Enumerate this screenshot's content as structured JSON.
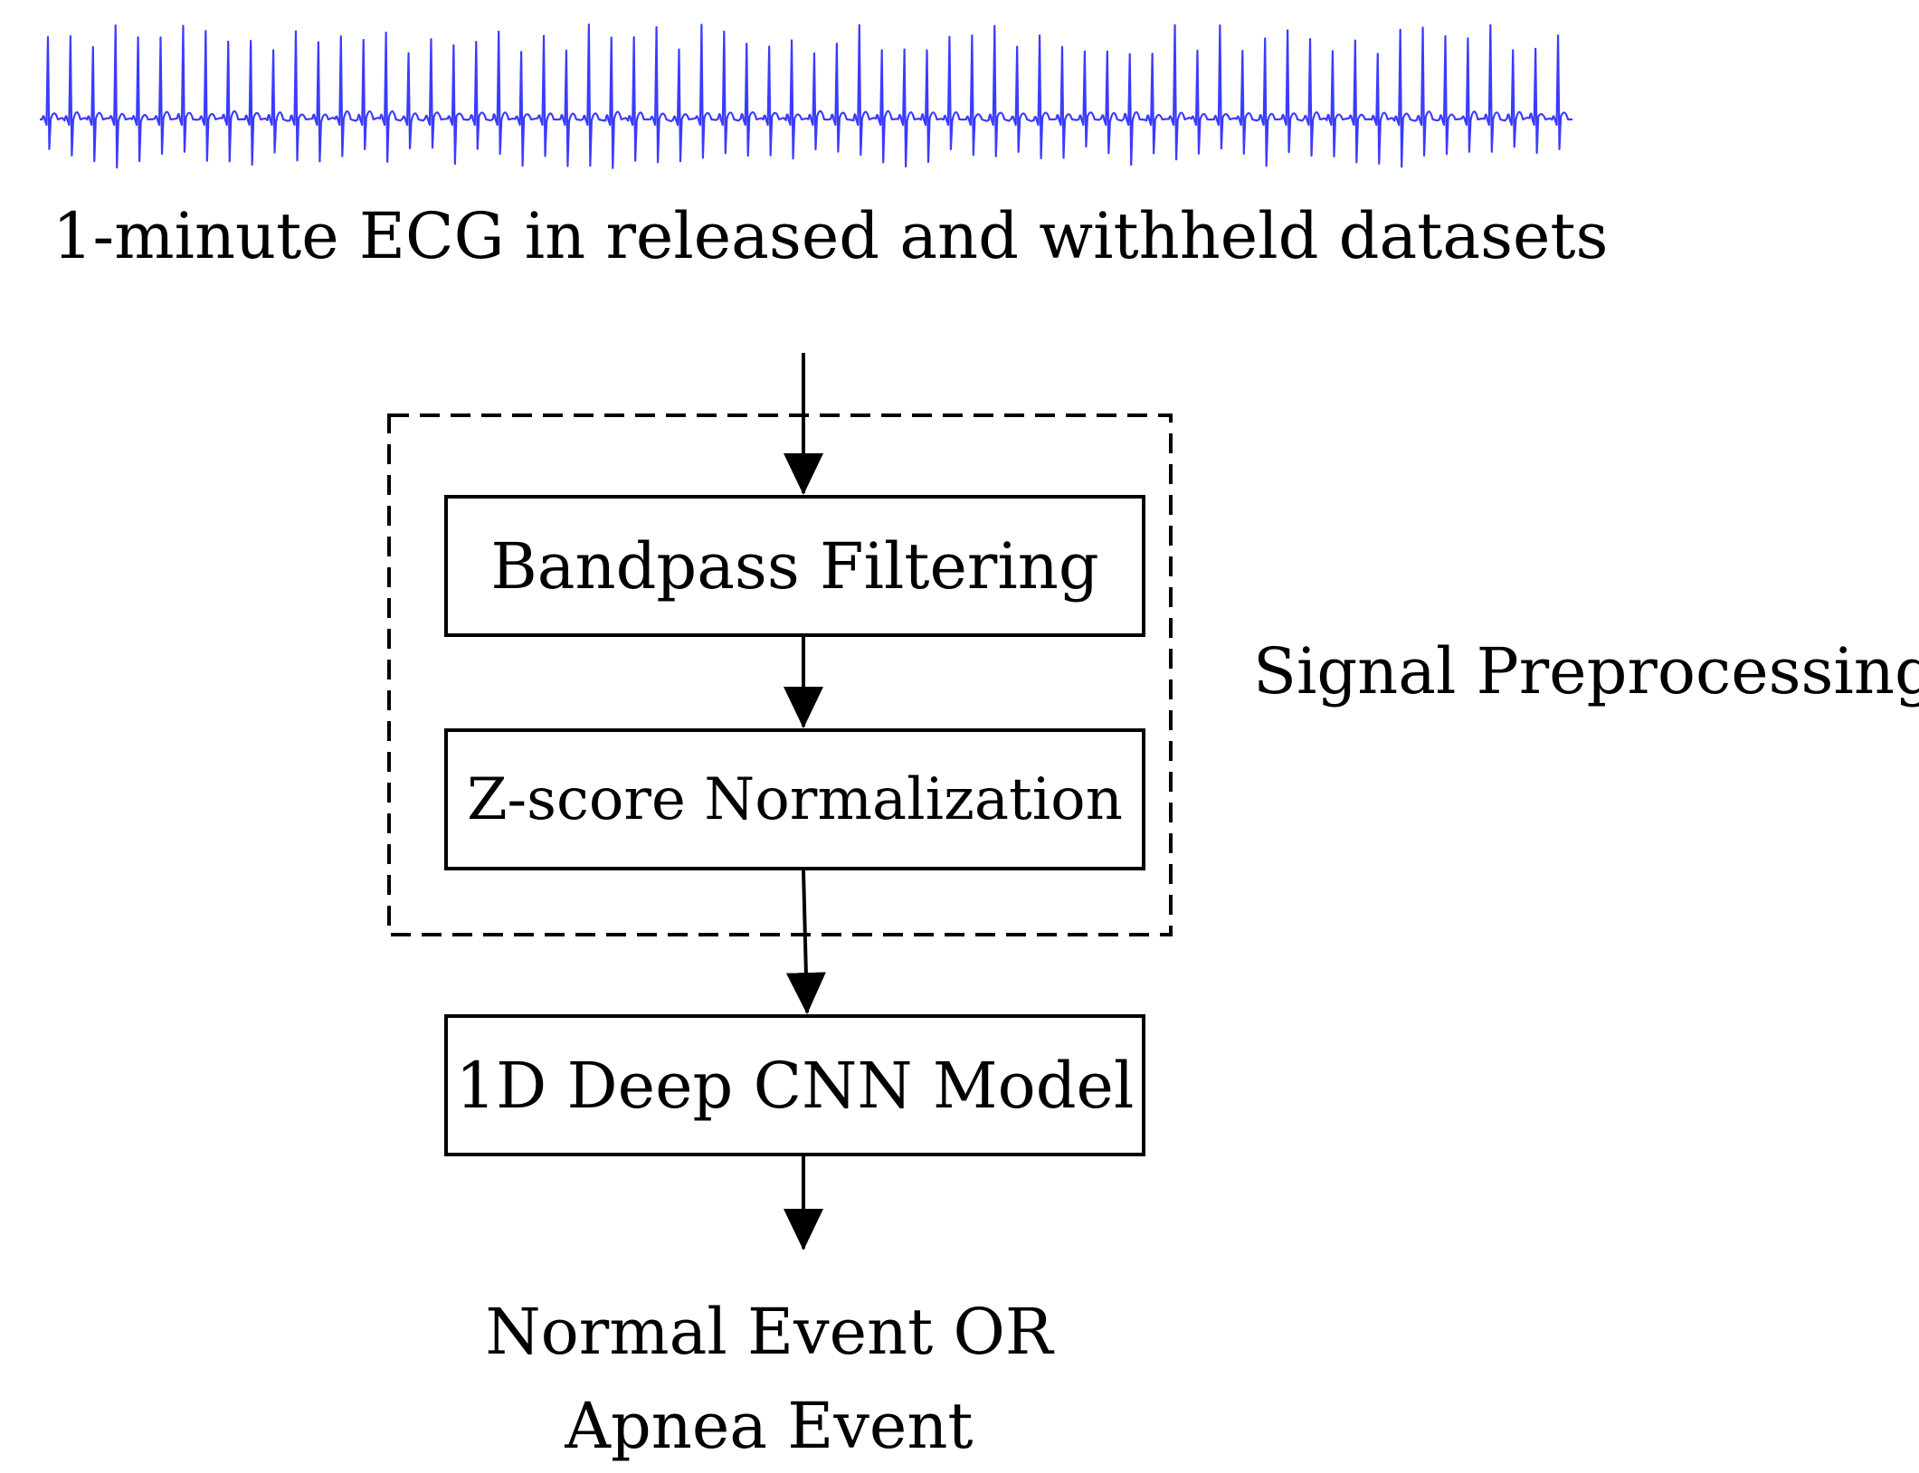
{
  "input": {
    "label": "1-minute ECG in released and withheld datasets",
    "signal_color": "#3b3bff"
  },
  "group": {
    "label": "Signal Preprocessing"
  },
  "steps": {
    "bandpass": "Bandpass Filtering",
    "zscore": "Z-score Normalization",
    "cnn": "1D Deep CNN Model"
  },
  "output": {
    "line1": "Normal Event OR",
    "line2": "Apnea Event"
  }
}
